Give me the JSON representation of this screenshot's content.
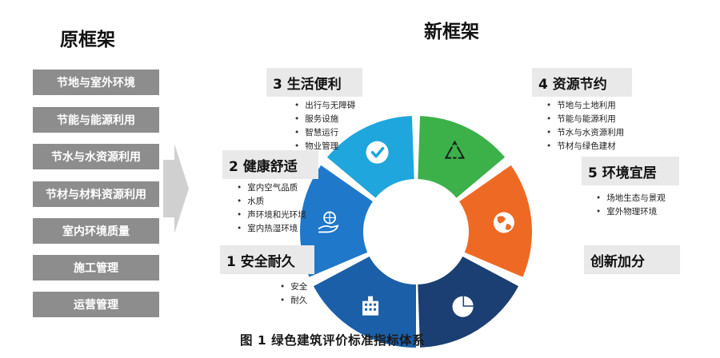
{
  "old_framework": {
    "title": "原框架",
    "items": [
      "节地与室外环境",
      "节能与能源利用",
      "节水与水资源利用",
      "节材与材料资源利用",
      "室内环境质量",
      "施工管理",
      "运营管理"
    ]
  },
  "new_framework": {
    "title": "新框架",
    "categories": [
      {
        "label": "1 安全耐久",
        "bullets": [
          "安全",
          "耐久"
        ],
        "color": "#1b5fa8",
        "icon": "building-icon"
      },
      {
        "label": "2 健康舒适",
        "bullets": [
          "室内空气品质",
          "水质",
          "声环境和光环境",
          "室内热湿环境"
        ],
        "color": "#1f78c9",
        "icon": "hand-globe-icon"
      },
      {
        "label": "3 生活便利",
        "bullets": [
          "出行与无障碍",
          "服务设施",
          "智慧运行",
          "物业管理"
        ],
        "color": "#1fa6dc",
        "icon": "check-icon"
      },
      {
        "label": "4 资源节约",
        "bullets": [
          "节地与土地利用",
          "节能与能源利用",
          "节水与水资源利用",
          "节材与绿色建材"
        ],
        "color": "#3cb14a",
        "icon": "recycle-icon"
      },
      {
        "label": "5 环境宜居",
        "bullets": [
          "场地生态与景观",
          "室外物理环境"
        ],
        "color": "#ee6a24",
        "icon": "globe-icon"
      },
      {
        "label": "创新加分",
        "bullets": [],
        "color": "#1b3f73",
        "icon": "pie-chart-icon"
      }
    ]
  },
  "arrow_color": "#d0d0d0",
  "caption": "图 1    绿色建筑评价标准指标体系"
}
